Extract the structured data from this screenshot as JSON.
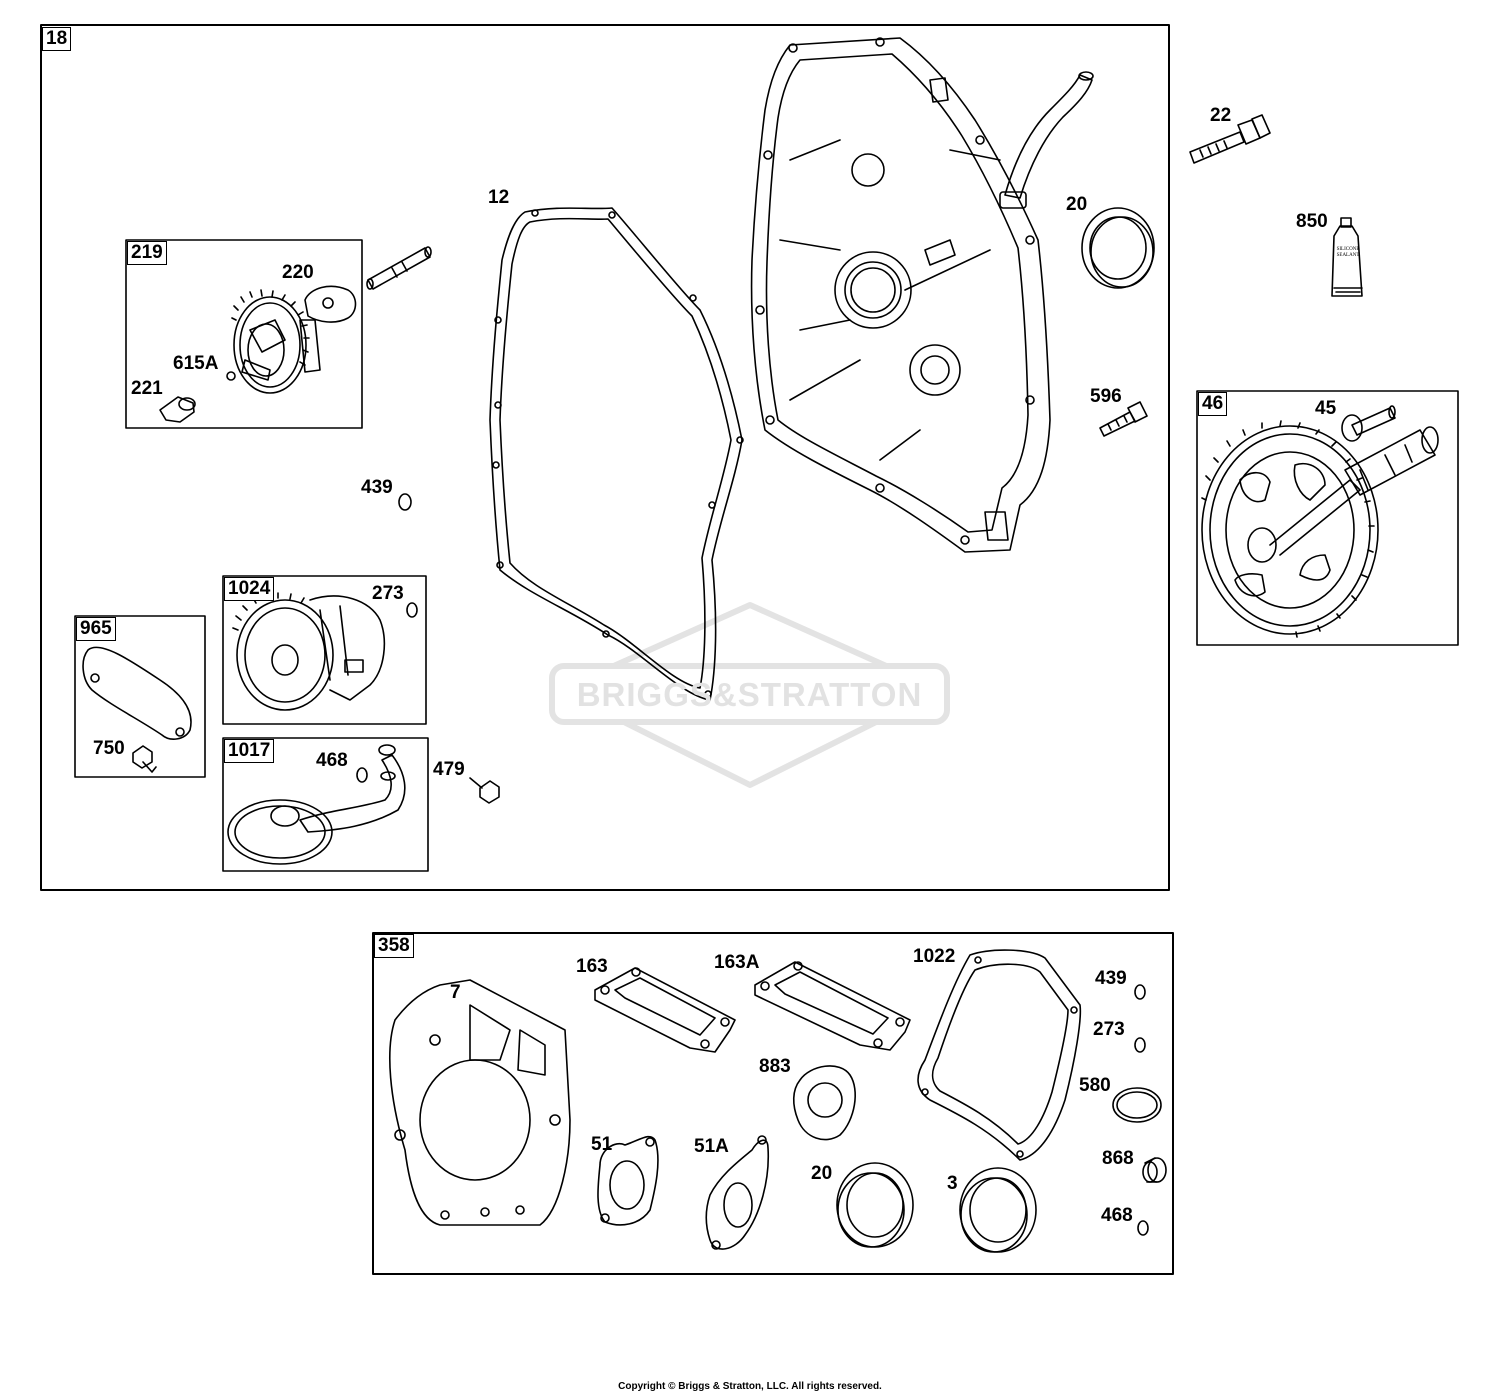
{
  "watermark": {
    "brand": "BRIGGS&STRATTON"
  },
  "copyright": "Copyright © Briggs & Stratton, LLC. All rights reserved.",
  "boxes": {
    "b18": "18",
    "b219": "219",
    "b1024": "1024",
    "b965": "965",
    "b1017": "1017",
    "b46": "46",
    "b358": "358"
  },
  "labels": {
    "p12": "12",
    "p20a": "20",
    "p22": "22",
    "p850": "850",
    "p596": "596",
    "p45": "45",
    "p220": "220",
    "p615A": "615A",
    "p221": "221",
    "p439a": "439",
    "p273a": "273",
    "p750": "750",
    "p468a": "468",
    "p479": "479",
    "p7": "7",
    "p163": "163",
    "p163A": "163A",
    "p1022": "1022",
    "p439b": "439",
    "p273b": "273",
    "p580": "580",
    "p883": "883",
    "p51": "51",
    "p51A": "51A",
    "p20b": "20",
    "p3": "3",
    "p868": "868",
    "p468b": "468"
  },
  "sealant_tube": {
    "line1": "SILICONE",
    "line2": "SEALANT"
  }
}
